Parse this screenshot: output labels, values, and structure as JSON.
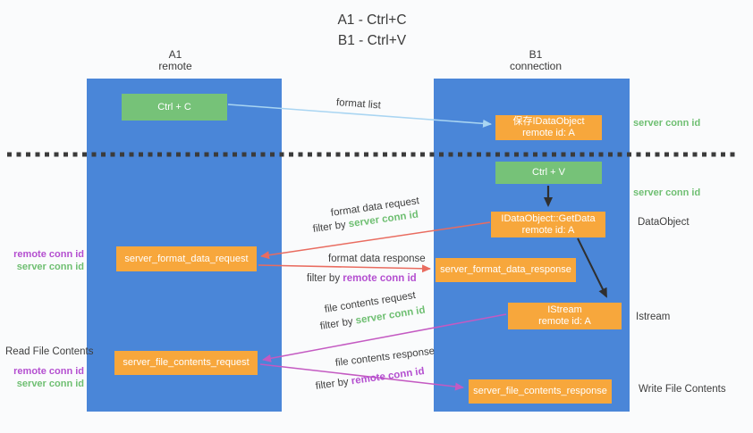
{
  "title": {
    "line1": "A1 - Ctrl+C",
    "line2": "B1 - Ctrl+V"
  },
  "columns": {
    "a1": {
      "name": "A1",
      "subtitle": "remote"
    },
    "b1": {
      "name": "B1",
      "subtitle": "connection"
    }
  },
  "nodes": {
    "ctrl_c": {
      "label": "Ctrl + C"
    },
    "ctrl_v": {
      "label": "Ctrl + V"
    },
    "save_dataobject": {
      "line1": "保存IDataObject",
      "line2": "remote id: A"
    },
    "getdata": {
      "line1": "IDataObject::GetData",
      "line2": "remote id: A"
    },
    "istream": {
      "line1": "IStream",
      "line2": "remote id: A"
    },
    "server_format_data_request": {
      "label": "server_format_data_request"
    },
    "server_format_data_response": {
      "label": "server_format_data_response"
    },
    "server_file_contents_request": {
      "label": "server_file_contents_request"
    },
    "server_file_contents_response": {
      "label": "server_file_contents_response"
    }
  },
  "arrow_labels": {
    "format_list": "format list",
    "format_data_request": "format data request",
    "format_data_response": "format data response",
    "file_contents_request": "file contents request",
    "file_contents_response": "file contents response",
    "filter_by": "filter by",
    "server_conn_id": "server conn id",
    "remote_conn_id": "remote conn id"
  },
  "annotations": {
    "server_conn_id_top": "server conn id",
    "server_conn_id_mid": "server conn id",
    "dataobject": "DataObject",
    "istream": "Istream",
    "write_file_contents": "Write File Contents",
    "read_file_contents": "Read File Contents",
    "remote_conn_id_format": "remote conn id",
    "server_conn_id_format": "server conn id",
    "remote_conn_id_file": "remote conn id",
    "server_conn_id_file": "server conn id"
  },
  "colors": {
    "column_blue": "#4a86d8",
    "box_green": "#76c278",
    "box_orange": "#f7a73c",
    "arrow_light_blue": "#a9d5f2",
    "arrow_red": "#e96c60",
    "arrow_magenta": "#c45ac2",
    "arrow_black": "#2f2f2f",
    "dotted_line": "#3b3b3b",
    "text_green": "#6fbf72",
    "text_purple": "#b44fd0",
    "text_dark": "#3d3d3d",
    "background": "#fafbfc"
  }
}
